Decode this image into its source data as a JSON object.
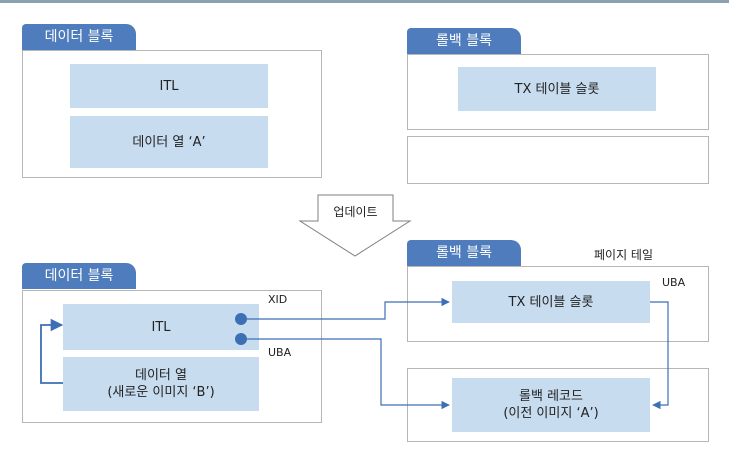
{
  "colors": {
    "tab": "#4e7cbc",
    "field": "#c8dcf0",
    "border": "#b6b6b6",
    "arrow": "#3c6fb4",
    "dot": "#3c6fb4",
    "topline": "#8aa1b1"
  },
  "before": {
    "data_block": {
      "title": "데이터 블록",
      "itl": "ITL",
      "column": "데이터 열 ‘A’"
    },
    "rollback_block": {
      "title": "롤백 블록",
      "tx_slot": "TX 테이블 슬롯"
    }
  },
  "update_label": "업데이트",
  "after": {
    "data_block": {
      "title": "데이터 블록",
      "itl": "ITL",
      "column": "데이터 열\n(새로운 이미지 ‘B’)",
      "xid_label": "XID",
      "uba_label": "UBA"
    },
    "rollback_block": {
      "title": "롤백 블록",
      "page_tail": "페이지 테일",
      "uba_label": "UBA",
      "tx_slot": "TX 테이블 슬롯",
      "rollback_record": "롤백 레코드\n(이전 이미지 ‘A’)"
    }
  }
}
